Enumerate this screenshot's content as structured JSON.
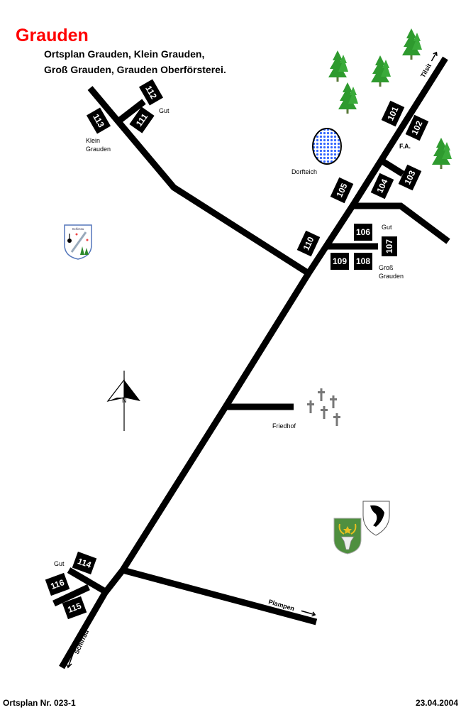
{
  "title": "Grauden",
  "subtitle_lines": [
    "Ortsplan Grauden, Klein Grauden,",
    "Groß Grauden, Grauden Oberförsterei."
  ],
  "footer": {
    "plan_number": "Ortsplan Nr. 023-1",
    "date": "23.04.2004"
  },
  "places": {
    "gut_klein": "Gut",
    "klein_grauden": [
      "Klein",
      "Grauden"
    ],
    "dorfteich": "Dorfteich",
    "fa": "F.A.",
    "gut_gross": "Gut",
    "gross_grauden": [
      "Groß",
      "Grauden"
    ],
    "friedhof": "Friedhof",
    "gut_south": "Gut",
    "north": "N",
    "crest_label": "Schirrau"
  },
  "directions": {
    "tilsit": "Tilsit",
    "plampen": "Plampen",
    "schirrau": "Schirrau"
  },
  "houses": [
    "101",
    "102",
    "103",
    "104",
    "105",
    "106",
    "107",
    "108",
    "109",
    "110",
    "111",
    "112",
    "113",
    "114",
    "115",
    "116"
  ],
  "colors": {
    "title": "#ff0000",
    "road": "#000000",
    "tree": "#2e9a2e",
    "pond": "#3366ff",
    "crest_green": "#4f8f3f"
  }
}
